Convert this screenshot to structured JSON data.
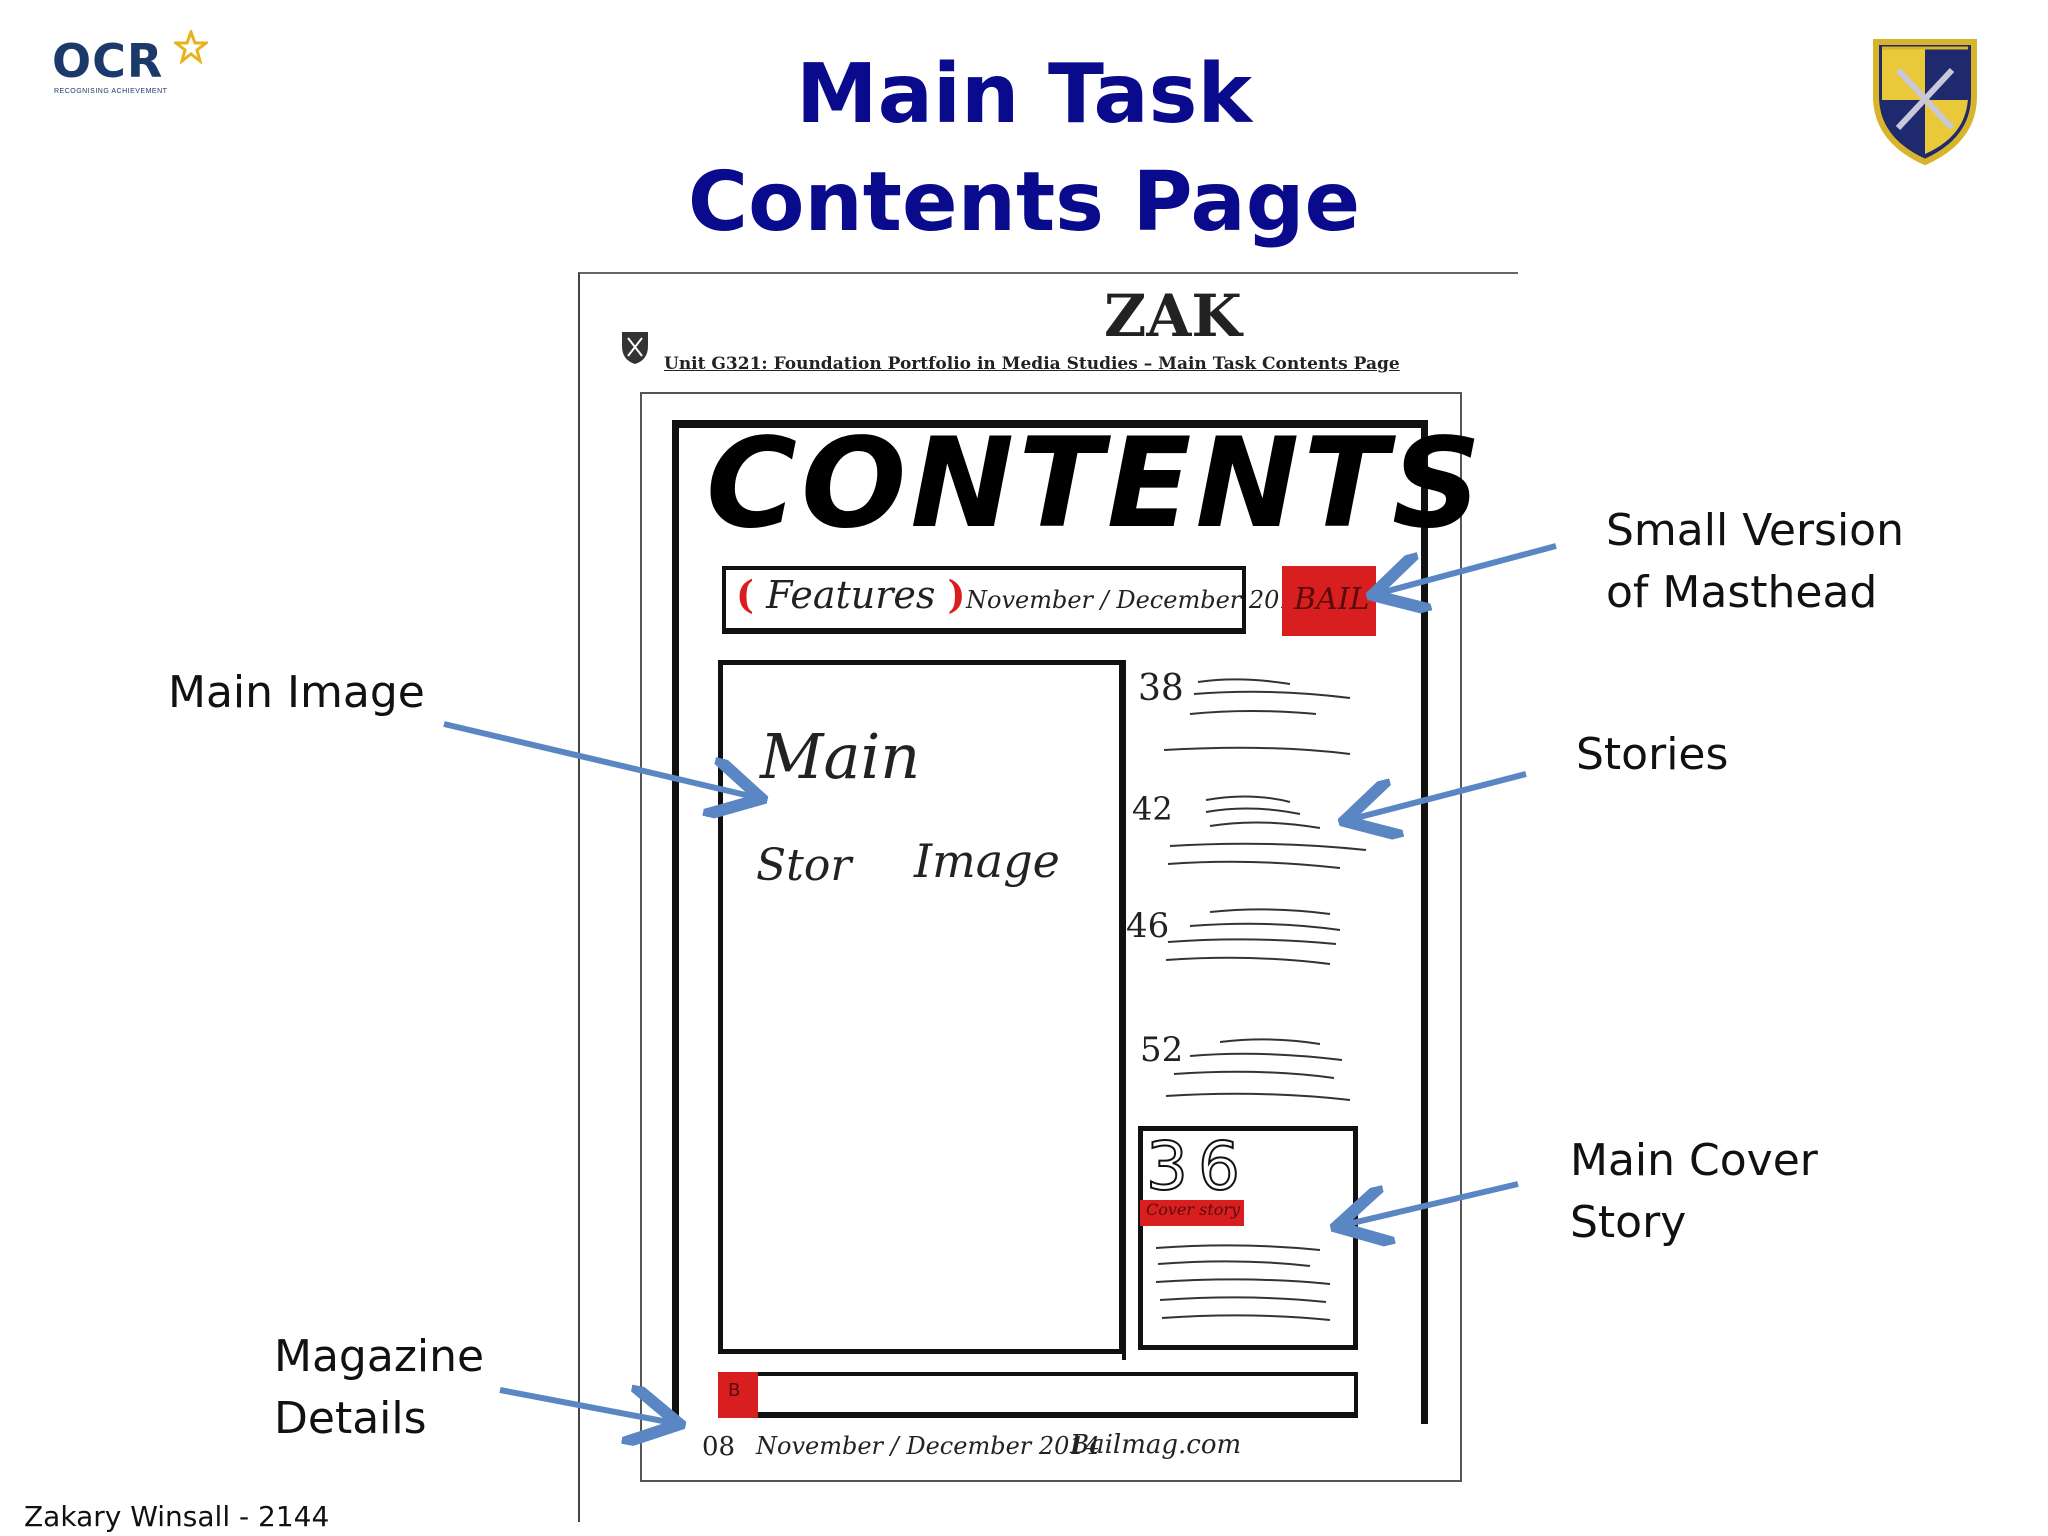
{
  "header": {
    "title_line1": "Main Task",
    "title_line2": "Contents Page",
    "ocr_logo_text": "OCR",
    "ocr_tagline": "RECOGNISING ACHIEVEMENT",
    "school_crest_icon": "school-crest-icon",
    "title_color": "#0a0a8c"
  },
  "annotations": [
    {
      "id": "main-image",
      "text": "Main Image"
    },
    {
      "id": "masthead",
      "text": "Small Version\nof Masthead"
    },
    {
      "id": "stories",
      "text": "Stories"
    },
    {
      "id": "cover-story",
      "text": "Main Cover\nStory"
    },
    {
      "id": "magazine-details",
      "text": "Magazine\nDetails"
    }
  ],
  "sketch": {
    "author_mark": "ZAK",
    "unit_heading": "Unit G321: Foundation Portfolio in Media Studies – Main Task Contents Page",
    "contents_title": "CONTENTS",
    "features_label": "Features",
    "issue_date": "November / December 2014",
    "masthead_text": "BAIL",
    "main_image_text_1": "Main",
    "main_image_text_2": "Stor",
    "main_image_text_3": "Image",
    "story_pages": [
      "38",
      "42",
      "46",
      "52"
    ],
    "cover_story_number": "36",
    "cover_story_tag": "Cover story",
    "footer_page_number": "08",
    "footer_date": "November / December 2014",
    "footer_website": "Bailmag.com",
    "footer_logo_mark": "B",
    "accent_red": "#d81e1e",
    "arrow_color": "#5b86c4"
  },
  "footer": {
    "credit": "Zakary Winsall - 2144"
  }
}
